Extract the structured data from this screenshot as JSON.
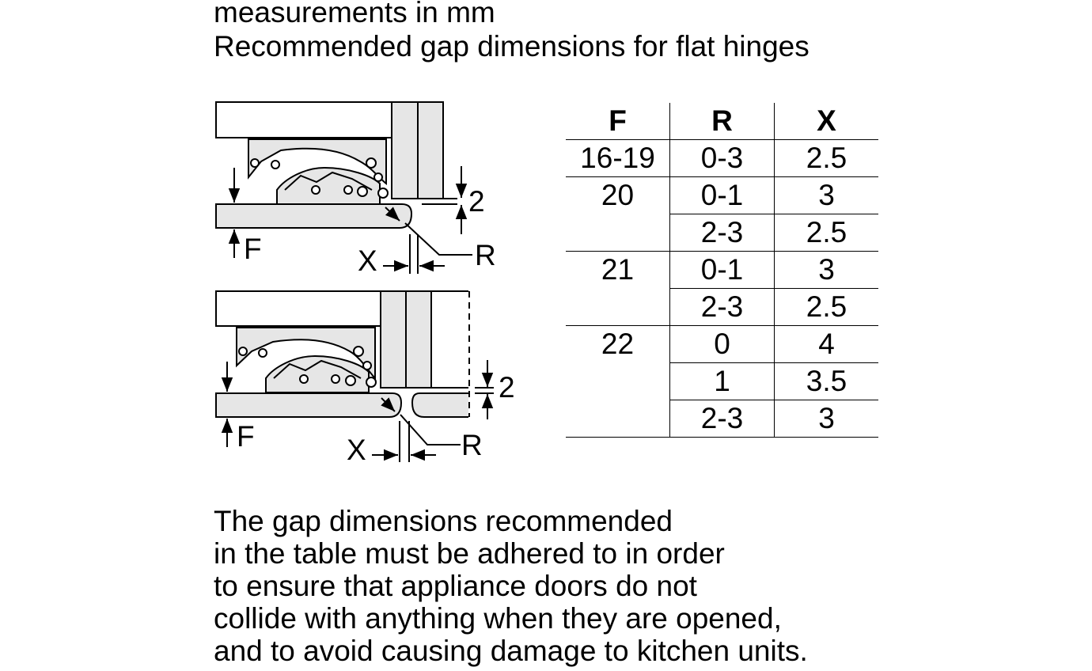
{
  "header": {
    "line1": "measurements in mm",
    "line2": "Recommended gap dimensions for flat hinges"
  },
  "diagrams": {
    "top": {
      "gap_label": "2",
      "f_label": "F",
      "x_label": "X",
      "r_label": "R"
    },
    "bottom": {
      "gap_label": "2",
      "f_label": "F",
      "x_label": "X",
      "r_label": "R"
    }
  },
  "table": {
    "columns": [
      "F",
      "R",
      "X"
    ],
    "groups": [
      {
        "f": "16-19",
        "rows": [
          {
            "r": "0-3",
            "x": "2.5"
          }
        ]
      },
      {
        "f": "20",
        "rows": [
          {
            "r": "0-1",
            "x": "3"
          },
          {
            "r": "2-3",
            "x": "2.5"
          }
        ]
      },
      {
        "f": "21",
        "rows": [
          {
            "r": "0-1",
            "x": "3"
          },
          {
            "r": "2-3",
            "x": "2.5"
          }
        ]
      },
      {
        "f": "22",
        "rows": [
          {
            "r": "0",
            "x": "4"
          },
          {
            "r": "1",
            "x": "3.5"
          },
          {
            "r": "2-3",
            "x": "3"
          }
        ]
      }
    ]
  },
  "notes": [
    "The gap dimensions recommended",
    "in the table must be adhered to in order",
    "to ensure that appliance doors do not",
    "collide with anything when they are opened,",
    "and to avoid causing damage to kitchen units."
  ]
}
